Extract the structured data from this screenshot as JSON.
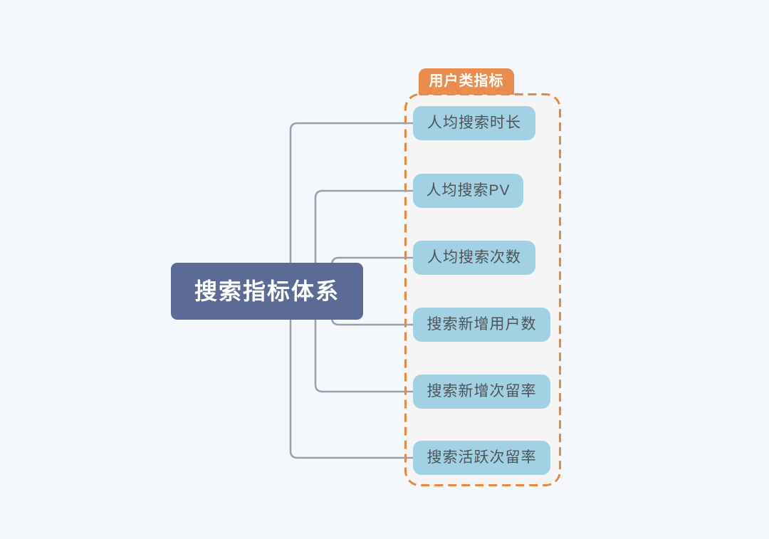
{
  "root": {
    "label": "搜索指标体系"
  },
  "group": {
    "label": "用户类指标",
    "nodes": [
      {
        "label": "人均搜索时长"
      },
      {
        "label": "人均搜索PV"
      },
      {
        "label": "人均搜索次数"
      },
      {
        "label": "搜索新增用户数"
      },
      {
        "label": "搜索新增次留率"
      },
      {
        "label": "搜索活跃次留率"
      }
    ]
  },
  "colors": {
    "page_bg": "#f4f8fc",
    "container_fill": "#f5f5f5",
    "accent_orange": "#e8873f",
    "label_fill": "#e98c4e",
    "node_fill": "#a2d1e4",
    "node_text": "#4e5358",
    "root_fill": "#5c6b95",
    "root_text": "#ffffff",
    "connector": "#98a0b0"
  }
}
